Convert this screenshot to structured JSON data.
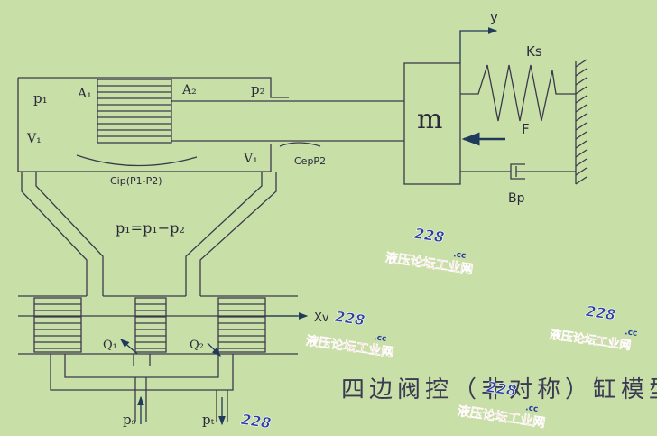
{
  "labels": {
    "y": "y",
    "ks": "Ks",
    "p1": "p₁",
    "a1": "A₁",
    "a2": "A₂",
    "p2": "p₂",
    "v1_left": "V₁",
    "v1_right": "V₁",
    "m": "m",
    "f": "F",
    "cep": "CepP2",
    "cip": "Cip(P1-P2)",
    "bp": "Bp",
    "pl_eq": "p₁=p₁−p₂",
    "xv": "Xv",
    "q1": "Q₁",
    "q2": "Q₂",
    "ps": "pₛ",
    "pt": "pₜ"
  },
  "caption": "四边阀控（非对称）缸模型",
  "watermark": {
    "logo": "228",
    "domain": ".cc",
    "text": "液压论坛工业网",
    "colors": {
      "red": "#d62a2a",
      "blue": "#2a3f9e",
      "shadow": "#ffffff"
    }
  },
  "colors": {
    "background": "#c8dfa8",
    "line": "#3a3a4a",
    "arrow": "#1f3a5a"
  }
}
